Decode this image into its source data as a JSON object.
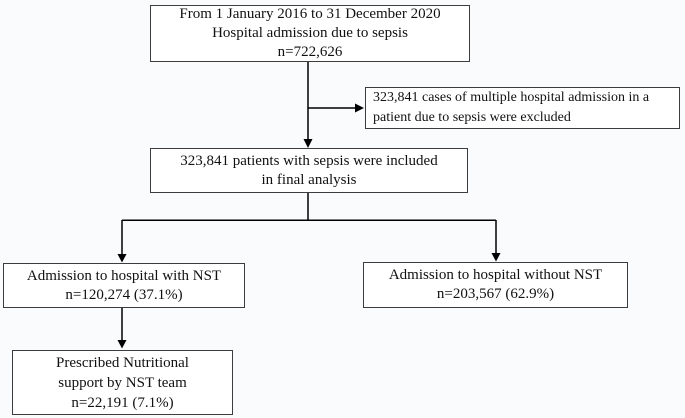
{
  "figure": {
    "boxes": {
      "source": {
        "lines": [
          "From 1 January 2016 to 31 December 2020",
          "Hospital admission due to sepsis",
          "n=722,626"
        ]
      },
      "excluded": {
        "lines": [
          "323,841 cases of multiple hospital admission in a",
          "patient due to sepsis were excluded"
        ]
      },
      "included": {
        "lines": [
          "323,841 patients with sepsis were included",
          "in final analysis"
        ]
      },
      "with_nst": {
        "lines": [
          "Admission to hospital with NST",
          "n=120,274 (37.1%)"
        ]
      },
      "without_nst": {
        "lines": [
          "Admission to hospital without NST",
          "n=203,567 (62.9%)"
        ]
      },
      "nst_prescribed": {
        "lines": [
          "Prescribed Nutritional",
          "support by NST team",
          "n=22,191 (7.1%)"
        ]
      }
    },
    "colors": {
      "background": "#f9fbfc",
      "box_fill": "#ffffff",
      "box_border": "#3d3d3d",
      "connector": "#000000",
      "text": "#111111"
    }
  }
}
